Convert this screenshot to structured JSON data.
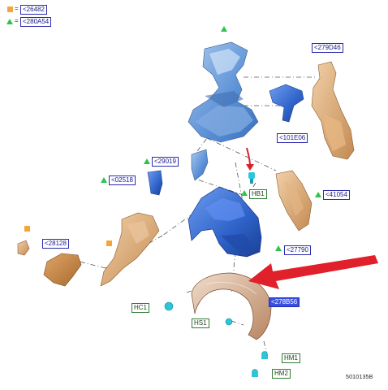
{
  "legend": {
    "square_ref": "<26482",
    "triangle_ref": "<280A54",
    "equals": "="
  },
  "labels": {
    "l_279D46": "<279D46",
    "l_101E06": "<101E06",
    "l_29019": "<29019",
    "l_02518": "<02518",
    "l_HB1": "HB1",
    "l_41054": "<41054",
    "l_28128": "<28128",
    "l_27790": "<27790",
    "l_HC1": "HC1",
    "l_278B56": "<278B56",
    "l_HS1": "HS1",
    "l_HM1": "HM1",
    "l_HM2": "HM2"
  },
  "figure_number": "5010135B",
  "colors": {
    "blue_part": "#5a8fd6",
    "dark_blue_part": "#2f63c9",
    "tan_part": "#d9a878",
    "copper_part": "#c98a4a",
    "arrow_red": "#d9202a",
    "marker_green": "#2ec44a",
    "marker_orange": "#f4a43a",
    "clip_cyan": "#2bc6d9"
  }
}
